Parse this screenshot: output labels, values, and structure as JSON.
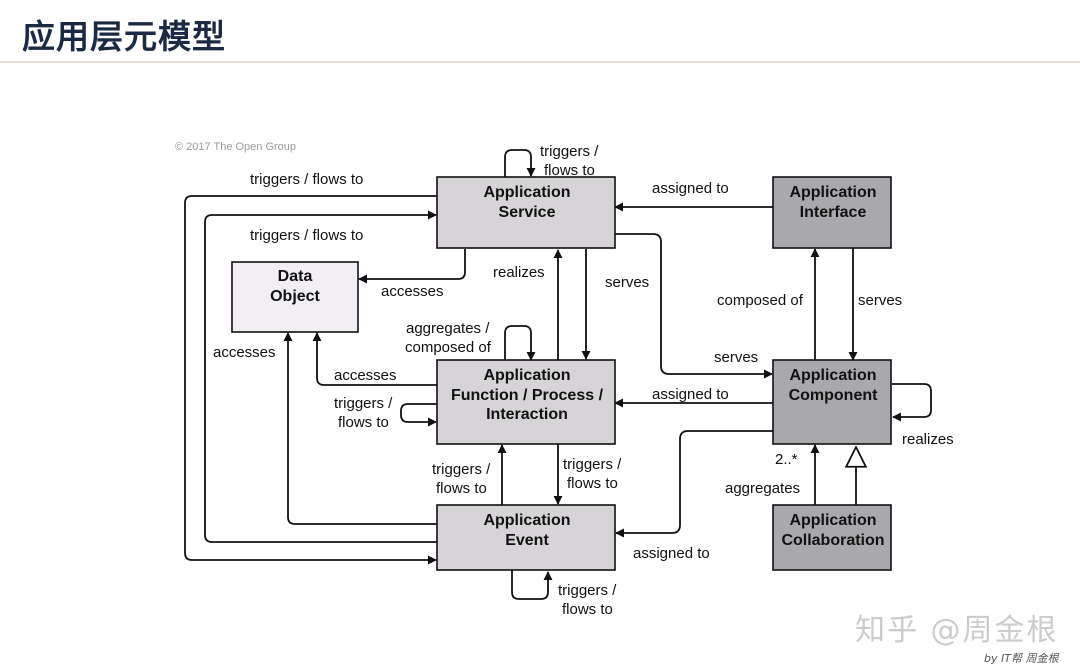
{
  "header": {
    "title": "应用层元模型"
  },
  "copyright": "© 2017 The Open Group",
  "colors": {
    "passive_fill": "#f2eff4",
    "behavior_fill": "#d6d4d7",
    "active_fill": "#a9a8ac",
    "stroke": "#111111"
  },
  "nodes": {
    "service": [
      "Application",
      "Service"
    ],
    "interface": [
      "Application",
      "Interface"
    ],
    "data_object": [
      "Data",
      "Object"
    ],
    "function": [
      "Application",
      "Function / Process /",
      "Interaction"
    ],
    "component": [
      "Application",
      "Component"
    ],
    "event": [
      "Application",
      "Event"
    ],
    "collaboration": [
      "Application",
      "Collaboration"
    ]
  },
  "relation_labels": {
    "service_triggers": [
      "triggers /",
      "flows to"
    ],
    "outer_triggers_top": "triggers / flows to",
    "outer_triggers_second": "triggers / flows to",
    "service_accesses": "accesses",
    "assigned_interface": "assigned to",
    "realizes_service": "realizes",
    "serves_service": "serves",
    "composed_of": "composed of",
    "serves_interface": "serves",
    "serves_component": "serves",
    "function_aggregates": [
      "aggregates /",
      "composed of"
    ],
    "function_accesses": "accesses",
    "event_accesses": "accesses",
    "assigned_function": "assigned to",
    "function_triggers": [
      "triggers /",
      "flows to"
    ],
    "component_realizes": "realizes",
    "multiplicity": "2..*",
    "event_to_function": [
      "triggers /",
      "flows to"
    ],
    "function_to_event": [
      "triggers /",
      "flows to"
    ],
    "aggregates": "aggregates",
    "assigned_event": "assigned to",
    "event_triggers": [
      "triggers /",
      "flows to"
    ]
  },
  "watermark": "知乎 @周金根",
  "credit": "by IT帮 周金根"
}
